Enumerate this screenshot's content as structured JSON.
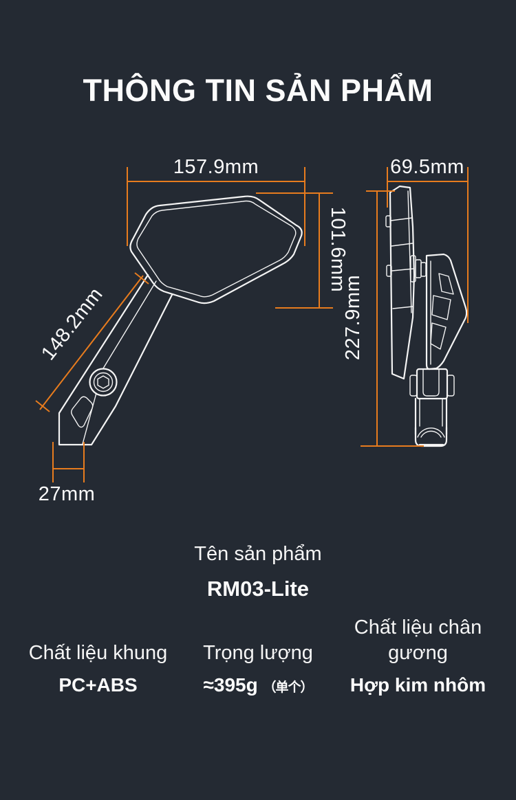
{
  "title": "THÔNG TIN SẢN PHẨM",
  "diagram": {
    "front_view": {
      "width": "157.9mm",
      "height": "101.6mm",
      "arm_length": "148.2mm",
      "base_width": "27mm"
    },
    "side_view": {
      "width": "69.5mm",
      "height": "227.9mm"
    }
  },
  "product": {
    "name_label": "Tên sản phẩm",
    "name": "RM03-Lite"
  },
  "specs": [
    {
      "label": "Chất liệu khung",
      "value": "PC+ABS",
      "note": ""
    },
    {
      "label": "Trọng lượng",
      "value": "≈395g",
      "note": "（单个）"
    },
    {
      "label": "Chất liệu chân gương",
      "value": "Hợp kim nhôm",
      "note": ""
    }
  ],
  "colors": {
    "background": "#242a33",
    "dimension_line": "#e87c1e",
    "line_art": "#f4f4f4",
    "text": "#fafafa"
  }
}
